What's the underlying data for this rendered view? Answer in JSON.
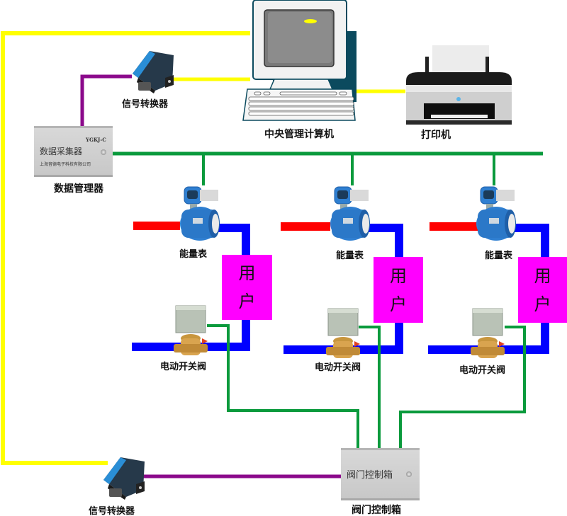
{
  "title": "能量表计量与阀门控制系统示意图",
  "colors": {
    "rs485_line": "#ffff00",
    "signal_line": "#8b0a8b",
    "bus_line": "#0a9a3c",
    "supply_pipe": "#ff0000",
    "return_pipe": "#0000ff",
    "user_box": "#ff00ff"
  },
  "devices": {
    "central_computer": {
      "label": "中央管理计算机",
      "icon": "computer-icon"
    },
    "printer": {
      "label": "打印机",
      "icon": "printer-icon"
    },
    "signal_converter_top": {
      "label": "信号转换器",
      "icon": "serial-converter-icon"
    },
    "signal_converter_bottom": {
      "label": "信号转换器",
      "icon": "serial-converter-icon"
    },
    "data_manager": {
      "label": "数据管理器",
      "model": "YGKJ-C",
      "panel_title": "数据采集器",
      "manufacturer": "上海音德电子科技有限公司"
    },
    "valve_control_box": {
      "label": "阀门控制箱",
      "panel_title": "阀门控制箱"
    }
  },
  "units": [
    {
      "meter_label": "能量表",
      "user_label_1": "用",
      "user_label_2": "户",
      "valve_label": "电动开关阀"
    },
    {
      "meter_label": "能量表",
      "user_label_1": "用",
      "user_label_2": "户",
      "valve_label": "电动开关阀"
    },
    {
      "meter_label": "能量表",
      "user_label_1": "用",
      "user_label_2": "户",
      "valve_label": "电动开关阀"
    }
  ]
}
